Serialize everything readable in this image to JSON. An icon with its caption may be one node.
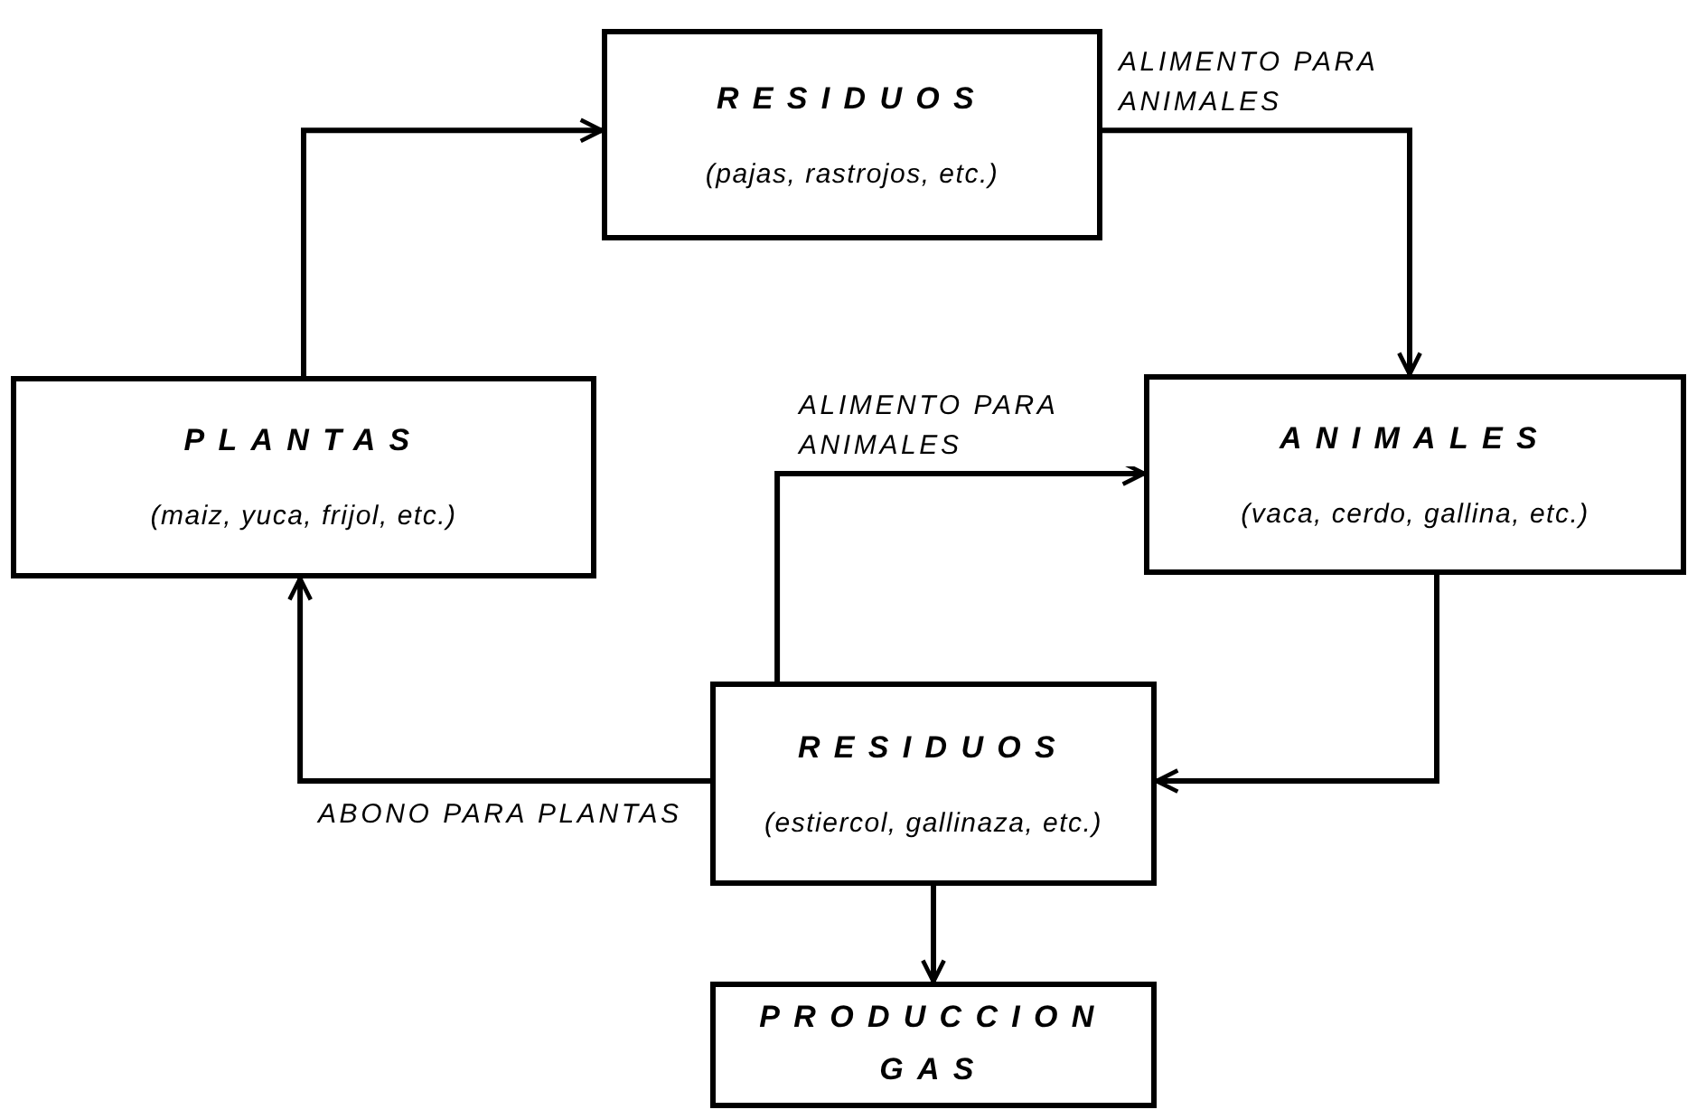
{
  "diagram": {
    "nodes": [
      {
        "text": [
          "RESIDUOS",
          "(pajas, rastrojos, etc.)"
        ]
      },
      {
        "text": [
          "PLANTAS",
          "(maiz, yuca, frijol, etc.)"
        ]
      },
      {
        "text": [
          "ANIMALES",
          "(vaca, cerdo, gallina, etc.)"
        ]
      },
      {
        "text": [
          "RESIDUOS",
          "(estiercol, gallinaza, etc.)"
        ]
      },
      {
        "text": [
          "PRODUCCION GAS"
        ]
      }
    ],
    "edges": [
      {
        "from": 1,
        "to": 0,
        "arrow": "to"
      },
      {
        "from": 0,
        "to": 2,
        "arrow": "to",
        "label": "ALIMENTO PARA ANIMALES"
      },
      {
        "from": 2,
        "to": 3,
        "arrow": "to"
      },
      {
        "from": 3,
        "to": 2,
        "arrow": "to",
        "label": "ALIMENTO PARA ANIMALES"
      },
      {
        "from": 3,
        "to": 1,
        "arrow": "to",
        "label": "ABONO PARA PLANTAS"
      },
      {
        "from": 3,
        "to": 4,
        "arrow": "to"
      }
    ]
  }
}
